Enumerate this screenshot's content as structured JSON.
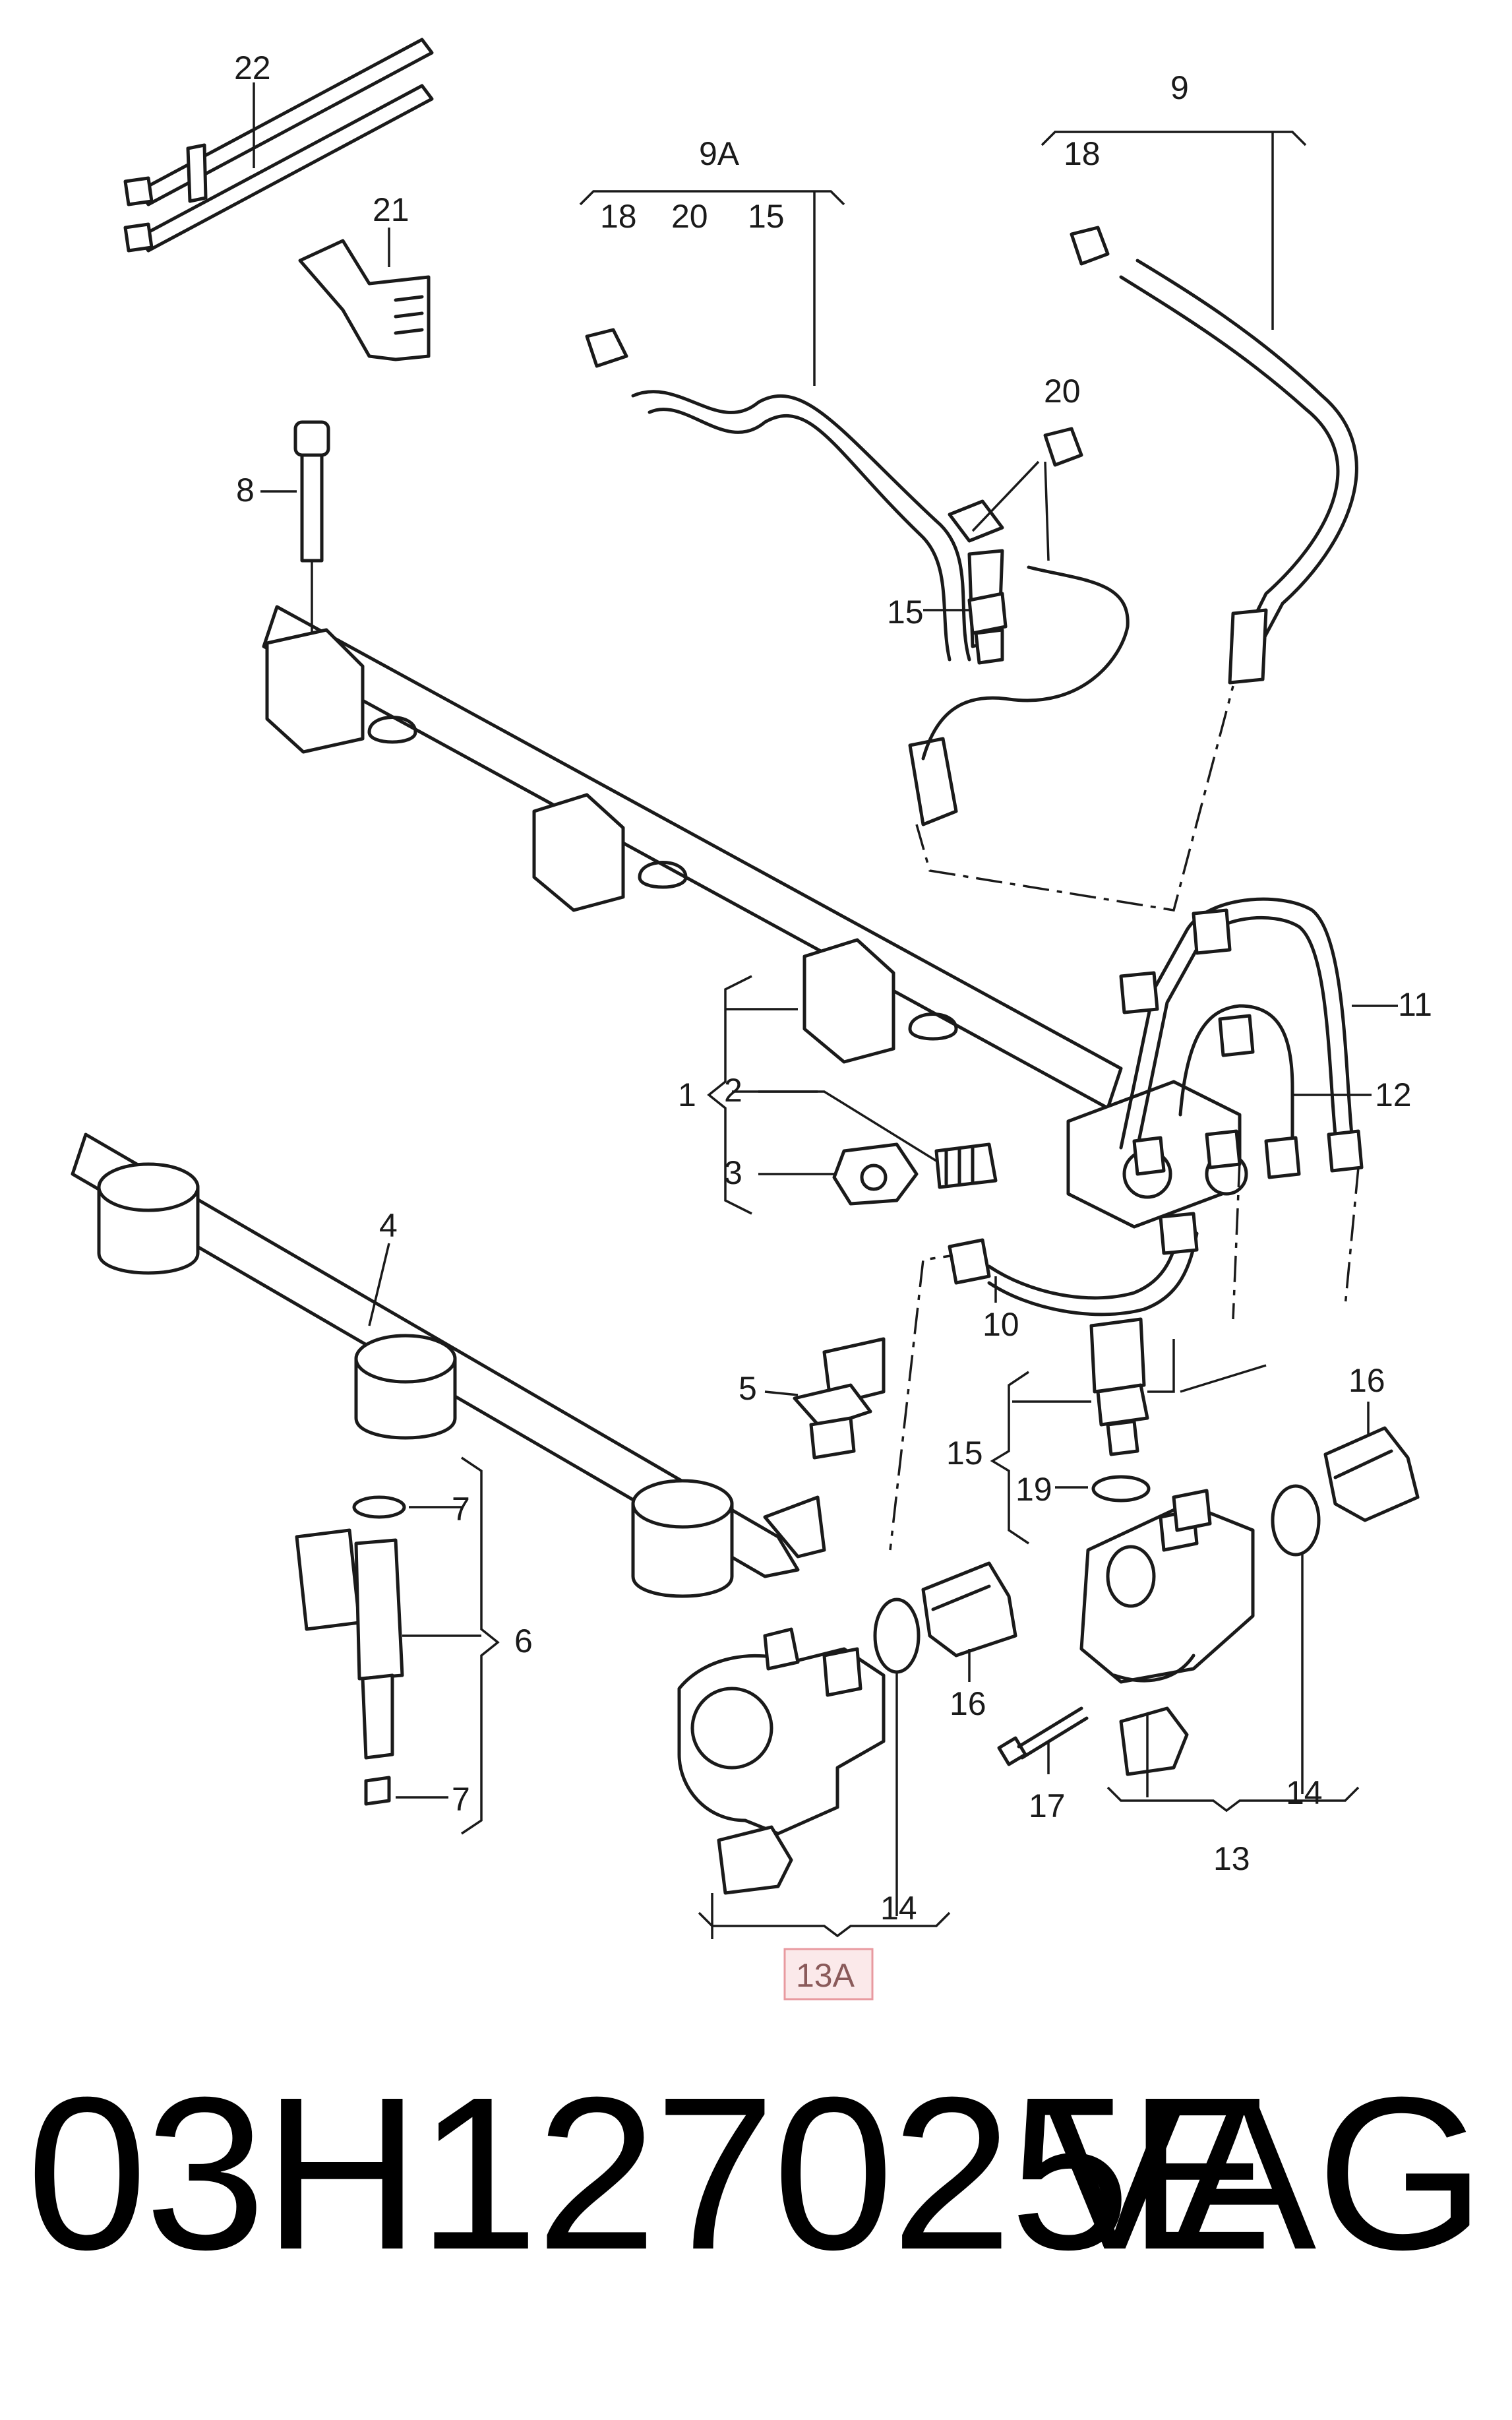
{
  "diagram": {
    "callouts": {
      "c22": "22",
      "c21": "21",
      "c9A": "9A",
      "c9": "9",
      "c18a": "18",
      "c20a": "20",
      "c15a": "15",
      "c18b": "18",
      "c20b": "20",
      "c8": "8",
      "c15b": "15",
      "c11": "11",
      "c12": "12",
      "c1": "1",
      "c2": "2",
      "c3": "3",
      "c4": "4",
      "c10": "10",
      "c5": "5",
      "c15c": "15",
      "c16a": "16",
      "c19": "19",
      "c7a": "7",
      "c6": "6",
      "c7b": "7",
      "c16b": "16",
      "c17": "17",
      "c14a": "14",
      "c13": "13",
      "c14b": "14",
      "c13A": "13A"
    },
    "highlight_color": "#e89aa0",
    "highlight_fill": "#fbe9ea"
  },
  "caption": {
    "part_number": "03H127025E",
    "brand": "VAG"
  }
}
